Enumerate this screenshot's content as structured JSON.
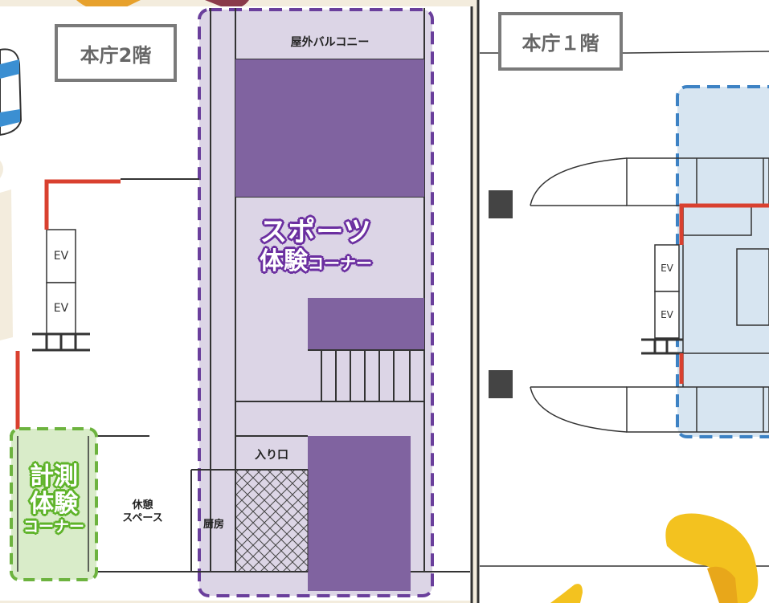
{
  "left_floor": {
    "title": "本庁2階",
    "rooms": {
      "balcony": "屋外バルコニー",
      "entrance": "入り口",
      "kitchen": "厨房",
      "rest_space": "休憩\nスペース"
    },
    "elevators": [
      "EV",
      "EV"
    ],
    "sports_corner": {
      "line1": "スポーツ",
      "line2a": "体験",
      "line2b": "コーナー"
    },
    "measure_corner": {
      "line1": "計測",
      "line2": "体験",
      "line3": "コーナー"
    }
  },
  "right_floor": {
    "title": "本庁１階",
    "elevators": [
      "EV",
      "EV"
    ]
  },
  "colors": {
    "background": "#f3ecdd",
    "purple_fill": "#8063a0",
    "purple_zone": "#dcd5e6",
    "purple_dash": "#6a3f9c",
    "green_zone": "#d9ecc9",
    "green_dash": "#6db33f",
    "blue_zone": "#d7e5f1",
    "blue_dash": "#3d82c4",
    "red_wall": "#d9402f",
    "gray_tag": "#7a7a7a",
    "mascot_yellow": "#f3c21f"
  }
}
